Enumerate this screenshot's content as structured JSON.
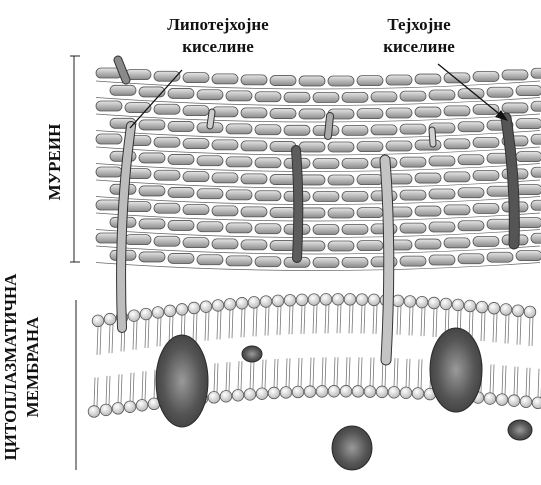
{
  "labels": {
    "lipoteichoic": [
      "Липотејхојне",
      "киселине"
    ],
    "teichoic": [
      "Тејхојне",
      "киселине"
    ],
    "murein": "МУРЕИН",
    "membrane": [
      "ЦИТОПЛАЗМАТИЧНА",
      "МЕМБРАНА"
    ]
  },
  "colors": {
    "murein_strand": "#bdbdbd",
    "murein_outline": "#555555",
    "teichoic_rod": "#555555",
    "lipoteichoic_rod": "#a8a8a8",
    "membrane_head": "#f2f2f2",
    "membrane_protein": "#4a4a4a"
  }
}
